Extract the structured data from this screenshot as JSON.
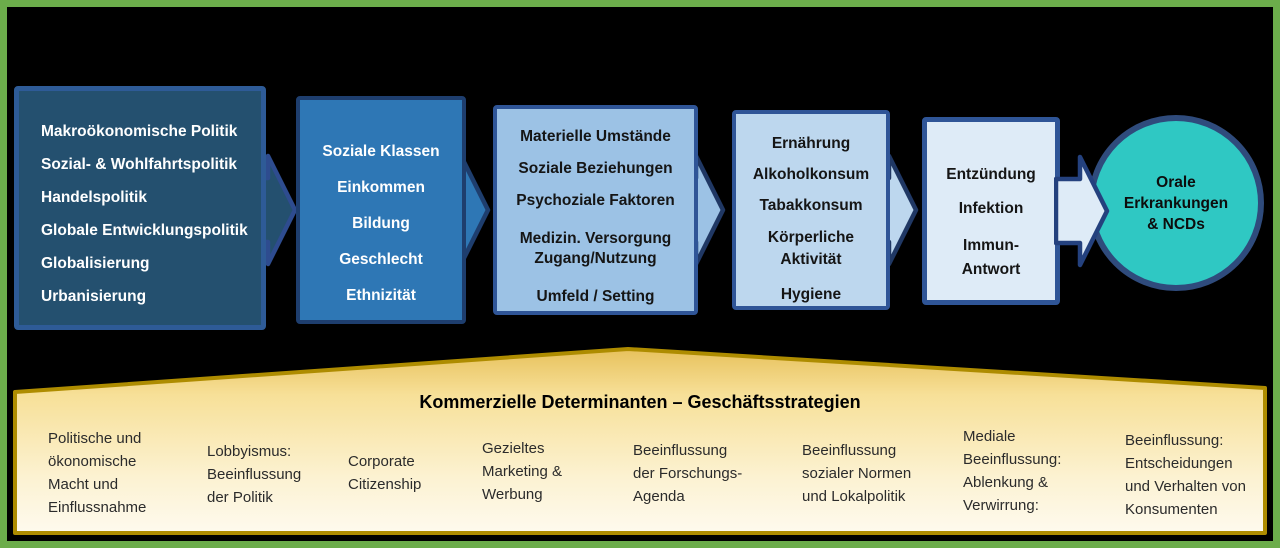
{
  "diagram": {
    "stages": [
      {
        "name": "politik",
        "items": [
          "Makroökonomische Politik",
          "Sozial- & Wohlfahrtspolitik",
          "Handelspolitik",
          "Globale Entwicklungspolitik",
          "Globalisierung",
          "Urbanisierung"
        ],
        "fill": "#24506F",
        "border": "#2E5B97",
        "text_color": "#FFFFFF"
      },
      {
        "name": "soziale-position",
        "items": [
          "Soziale Klassen",
          "Einkommen",
          "Bildung",
          "Geschlecht",
          "Ethnizität"
        ],
        "fill": "#2E77B5",
        "border": "#1E3E6E",
        "text_color": "#FFFFFF"
      },
      {
        "name": "intermediaere-determinanten",
        "items": [
          "Materielle Umstände",
          "Soziale Beziehungen",
          "Psychoziale Faktoren",
          "Medizin. Versorgung\nZugang/Nutzung",
          "Umfeld / Setting"
        ],
        "fill": "#9CC2E5",
        "border": "#2F5597",
        "text_color": "#151515"
      },
      {
        "name": "verhalten",
        "items": [
          "Ernährung",
          "Alkoholkonsum",
          "Tabakkonsum",
          "Körperliche\nAktivität",
          "Hygiene"
        ],
        "fill": "#BDD7EE",
        "border": "#2F5597",
        "text_color": "#151515"
      },
      {
        "name": "biologische-antwort",
        "items": [
          "Entzündung",
          "Infektion",
          "Immun-\nAntwort"
        ],
        "fill": "#DEEBF7",
        "border": "#2F5597",
        "text_color": "#151515"
      }
    ],
    "outcome": {
      "label": "Orale\nErkrankungen\n& NCDs",
      "fill": "#2FC8C3",
      "border": "#2F4B7C"
    },
    "banner": {
      "title": "Kommerzielle Determinanten – Geschäftsstrategien",
      "items": [
        "Politische und\nökonomische\nMacht und\nEinflussnahme",
        "Lobbyismus:\nBeeinflussung\nder Politik",
        "Corporate\nCitizenship",
        "Gezieltes\nMarketing &\nWerbung",
        "Beeinflussung\nder Forschungs-\nAgenda",
        "Beeinflussung\nsozialer Normen\nund Lokalpolitik",
        "Mediale\nBeeinflussung:\nAblenkung &\nVerwirrung:",
        "Beeinflussung:\nEntscheidungen\nund Verhalten von\nKonsumenten"
      ],
      "fill_top": "#E7C15C",
      "fill_bottom": "#FEFAEE",
      "border": "#AE8C00"
    },
    "colors": {
      "frame_border": "#6CAD4B",
      "background": "#000000"
    }
  }
}
